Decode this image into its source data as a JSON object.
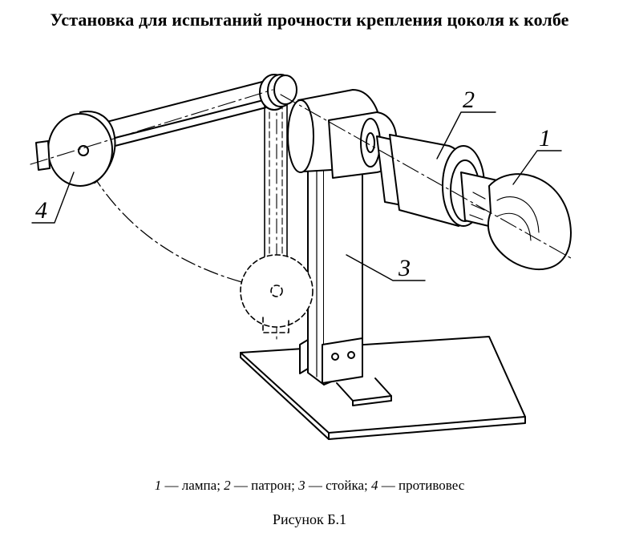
{
  "title": "Установка для испытаний прочности крепления цоколя к колбе",
  "figure": {
    "labels": [
      "1",
      "2",
      "3",
      "4"
    ]
  },
  "legend": {
    "items": [
      {
        "num": "1",
        "text": "лампа"
      },
      {
        "num": "2",
        "text": "патрон"
      },
      {
        "num": "3",
        "text": "стойка"
      },
      {
        "num": "4",
        "text": "противовес"
      }
    ],
    "dash": " — ",
    "separator": "; "
  },
  "caption": "Рисунок Б.1"
}
